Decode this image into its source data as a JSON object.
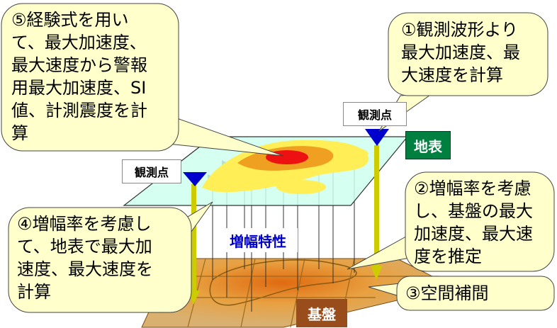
{
  "callouts": {
    "c1": "①観測波形より\n最大加速度、最\n大速度を計算",
    "c2": "②増幅率を考慮\nし、基盤の最大\n加速度、最大速\n度を推定",
    "c3": "③空間補間",
    "c4": "④増幅率を考慮し\nて、地表で最大加\n速度、最大速度を\n計算",
    "c5": "⑤経験式を用い\nて、最大加速度、\n最大速度から警報\n用最大加速度、SI\n値、計測震度を計\n算"
  },
  "labels": {
    "surface": "地表",
    "bedrock": "基盤",
    "amplification": "増幅特性",
    "station_left": "観測点",
    "station_right": "観測点"
  },
  "colors": {
    "callout_fill": "#ffffcc",
    "surface_plane": "#ccffee",
    "bedrock_plane": "#d4a060",
    "surface_label_bg": "#008040",
    "bedrock_label_bg": "#994d1a",
    "amplification_text": "#0000cc",
    "station_marker": "#0000cc",
    "vertical_arrow": "#cccc00"
  }
}
